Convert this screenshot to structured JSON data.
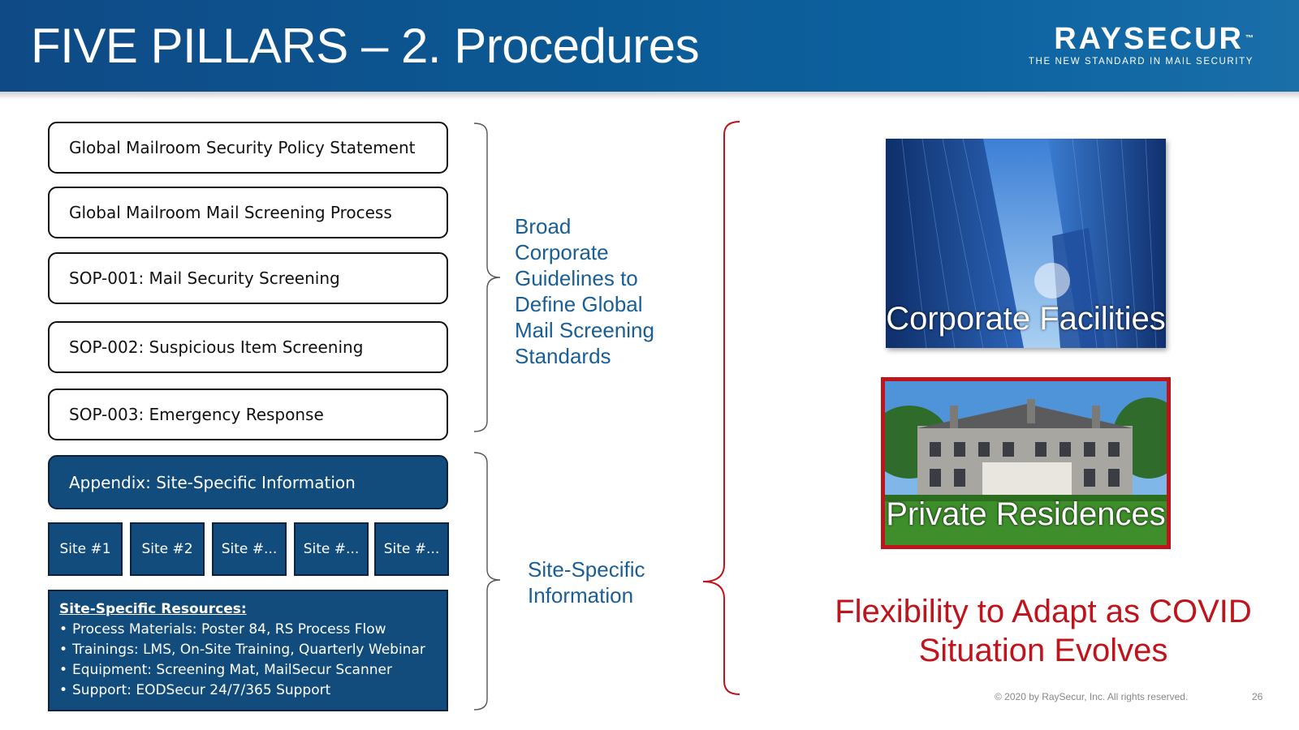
{
  "header": {
    "title": "FIVE PILLARS – 2. Procedures",
    "logo": {
      "wordmark": "RAYSECUR",
      "trademark": "™",
      "tagline": "THE NEW STANDARD IN MAIL SECURITY"
    }
  },
  "policy_boxes": [
    "Global Mailroom Security Policy Statement",
    "Global Mailroom Mail Screening Process",
    "SOP-001: Mail Security Screening",
    "SOP-002: Suspicious Item Screening",
    "SOP-003: Emergency Response"
  ],
  "appendix": "Appendix: Site-Specific Information",
  "sites": [
    "Site #1",
    "Site #2",
    "Site #...",
    "Site #...",
    "Site #..."
  ],
  "resources": {
    "title": "Site-Specific Resources:",
    "items": [
      "Process Materials: Poster 84, RS Process Flow",
      "Trainings: LMS, On-Site Training, Quarterly Webinar",
      "Equipment: Screening Mat, MailSecur Scanner",
      "Support: EODSecur 24/7/365 Support"
    ]
  },
  "broad_guidelines_lines": [
    "Broad",
    "Corporate",
    "Guidelines to",
    "Define Global",
    "Mail Screening",
    "Standards"
  ],
  "site_specific_lines": [
    "Site-Specific",
    "Information"
  ],
  "images": {
    "corporate_label": "Corporate Facilities",
    "residences_label": "Private Residences"
  },
  "flexibility_lines": [
    "Flexibility to Adapt as COVID",
    "Situation Evolves"
  ],
  "footer": {
    "copyright": "© 2020 by RaySecur, Inc. All rights reserved.",
    "page_number": "26"
  },
  "colors": {
    "header_blue": "#0b5994",
    "box_blue": "#114c7c",
    "accent_red": "#c0141c",
    "label_blue": "#1a5e96"
  }
}
